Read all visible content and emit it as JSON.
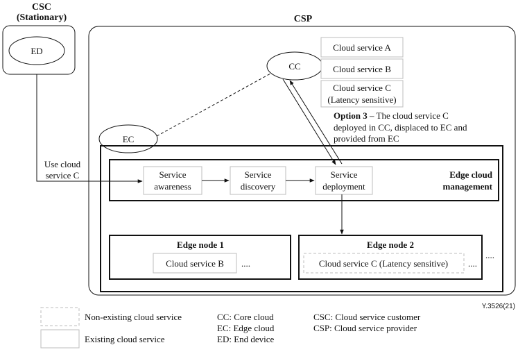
{
  "csc": {
    "title": "CSC",
    "subtitle": "(Stationary)",
    "end_device": "ED"
  },
  "csp": {
    "title": "CSP"
  },
  "core_cloud": {
    "label": "CC",
    "services": [
      "Cloud service A",
      "Cloud service B",
      "Cloud service C",
      "(Latency sensitive)"
    ]
  },
  "option": {
    "heading": "Option 3",
    "line1": " – The cloud service C",
    "line2": "deployed in CC, displaced to EC and",
    "line3": "provided from EC"
  },
  "edge_cloud": {
    "label": "EC"
  },
  "use_label": {
    "line1": "Use cloud",
    "line2": "service C"
  },
  "management": {
    "title_line1": "Edge cloud",
    "title_line2": "management",
    "steps": [
      {
        "line1": "Service",
        "line2": "awareness"
      },
      {
        "line1": "Service",
        "line2": "discovery"
      },
      {
        "line1": "Service",
        "line2": "deployment"
      }
    ]
  },
  "edge_node_1": {
    "title": "Edge node 1",
    "service": "Cloud service B",
    "more": "...."
  },
  "edge_node_2": {
    "title": "Edge node 2",
    "service": "Cloud service C (Latency sensitive)",
    "more": "....",
    "outer_more": "...."
  },
  "figure_id": "Y.3526(21)",
  "legend": {
    "non_existing": "Non-existing cloud service",
    "existing": "Existing cloud service",
    "abbreviations": [
      "CC: Core cloud",
      "EC: Edge cloud",
      "ED: End device",
      "CSC: Cloud service customer",
      "CSP: Cloud service provider"
    ]
  },
  "colors": {
    "line": "#111111",
    "box_border": "#bdbdbd",
    "background": "#ffffff"
  }
}
